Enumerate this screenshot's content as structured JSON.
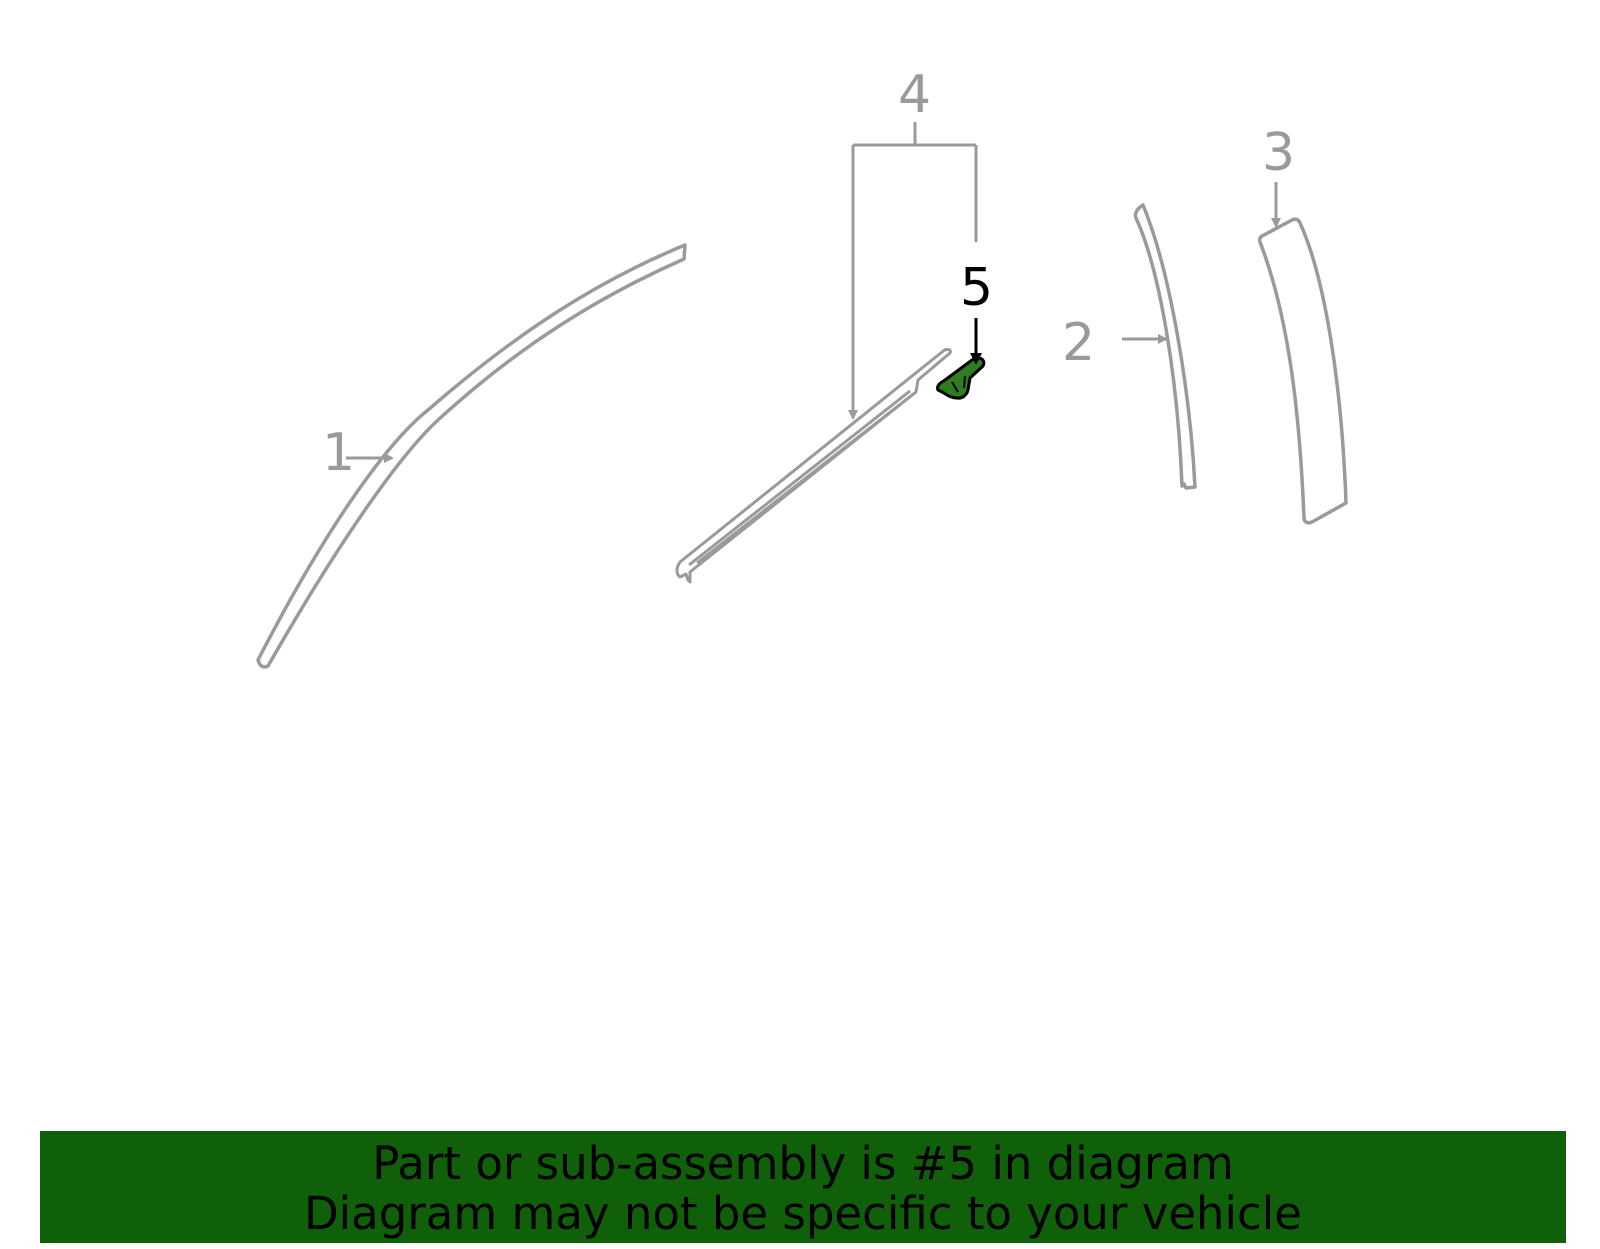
{
  "callouts": {
    "part_1": "1",
    "part_2": "2",
    "part_3": "3",
    "part_4": "4",
    "part_5": "5"
  },
  "banner": {
    "line1": "Part or sub-assembly is #5 in diagram",
    "line2": "Diagram may not be specific to your vehicle"
  },
  "colors": {
    "outline_gray": "#9a9a9a",
    "highlight_green": "#2e7d1e",
    "banner_green": "#10600a",
    "callout_active": "#000000"
  }
}
